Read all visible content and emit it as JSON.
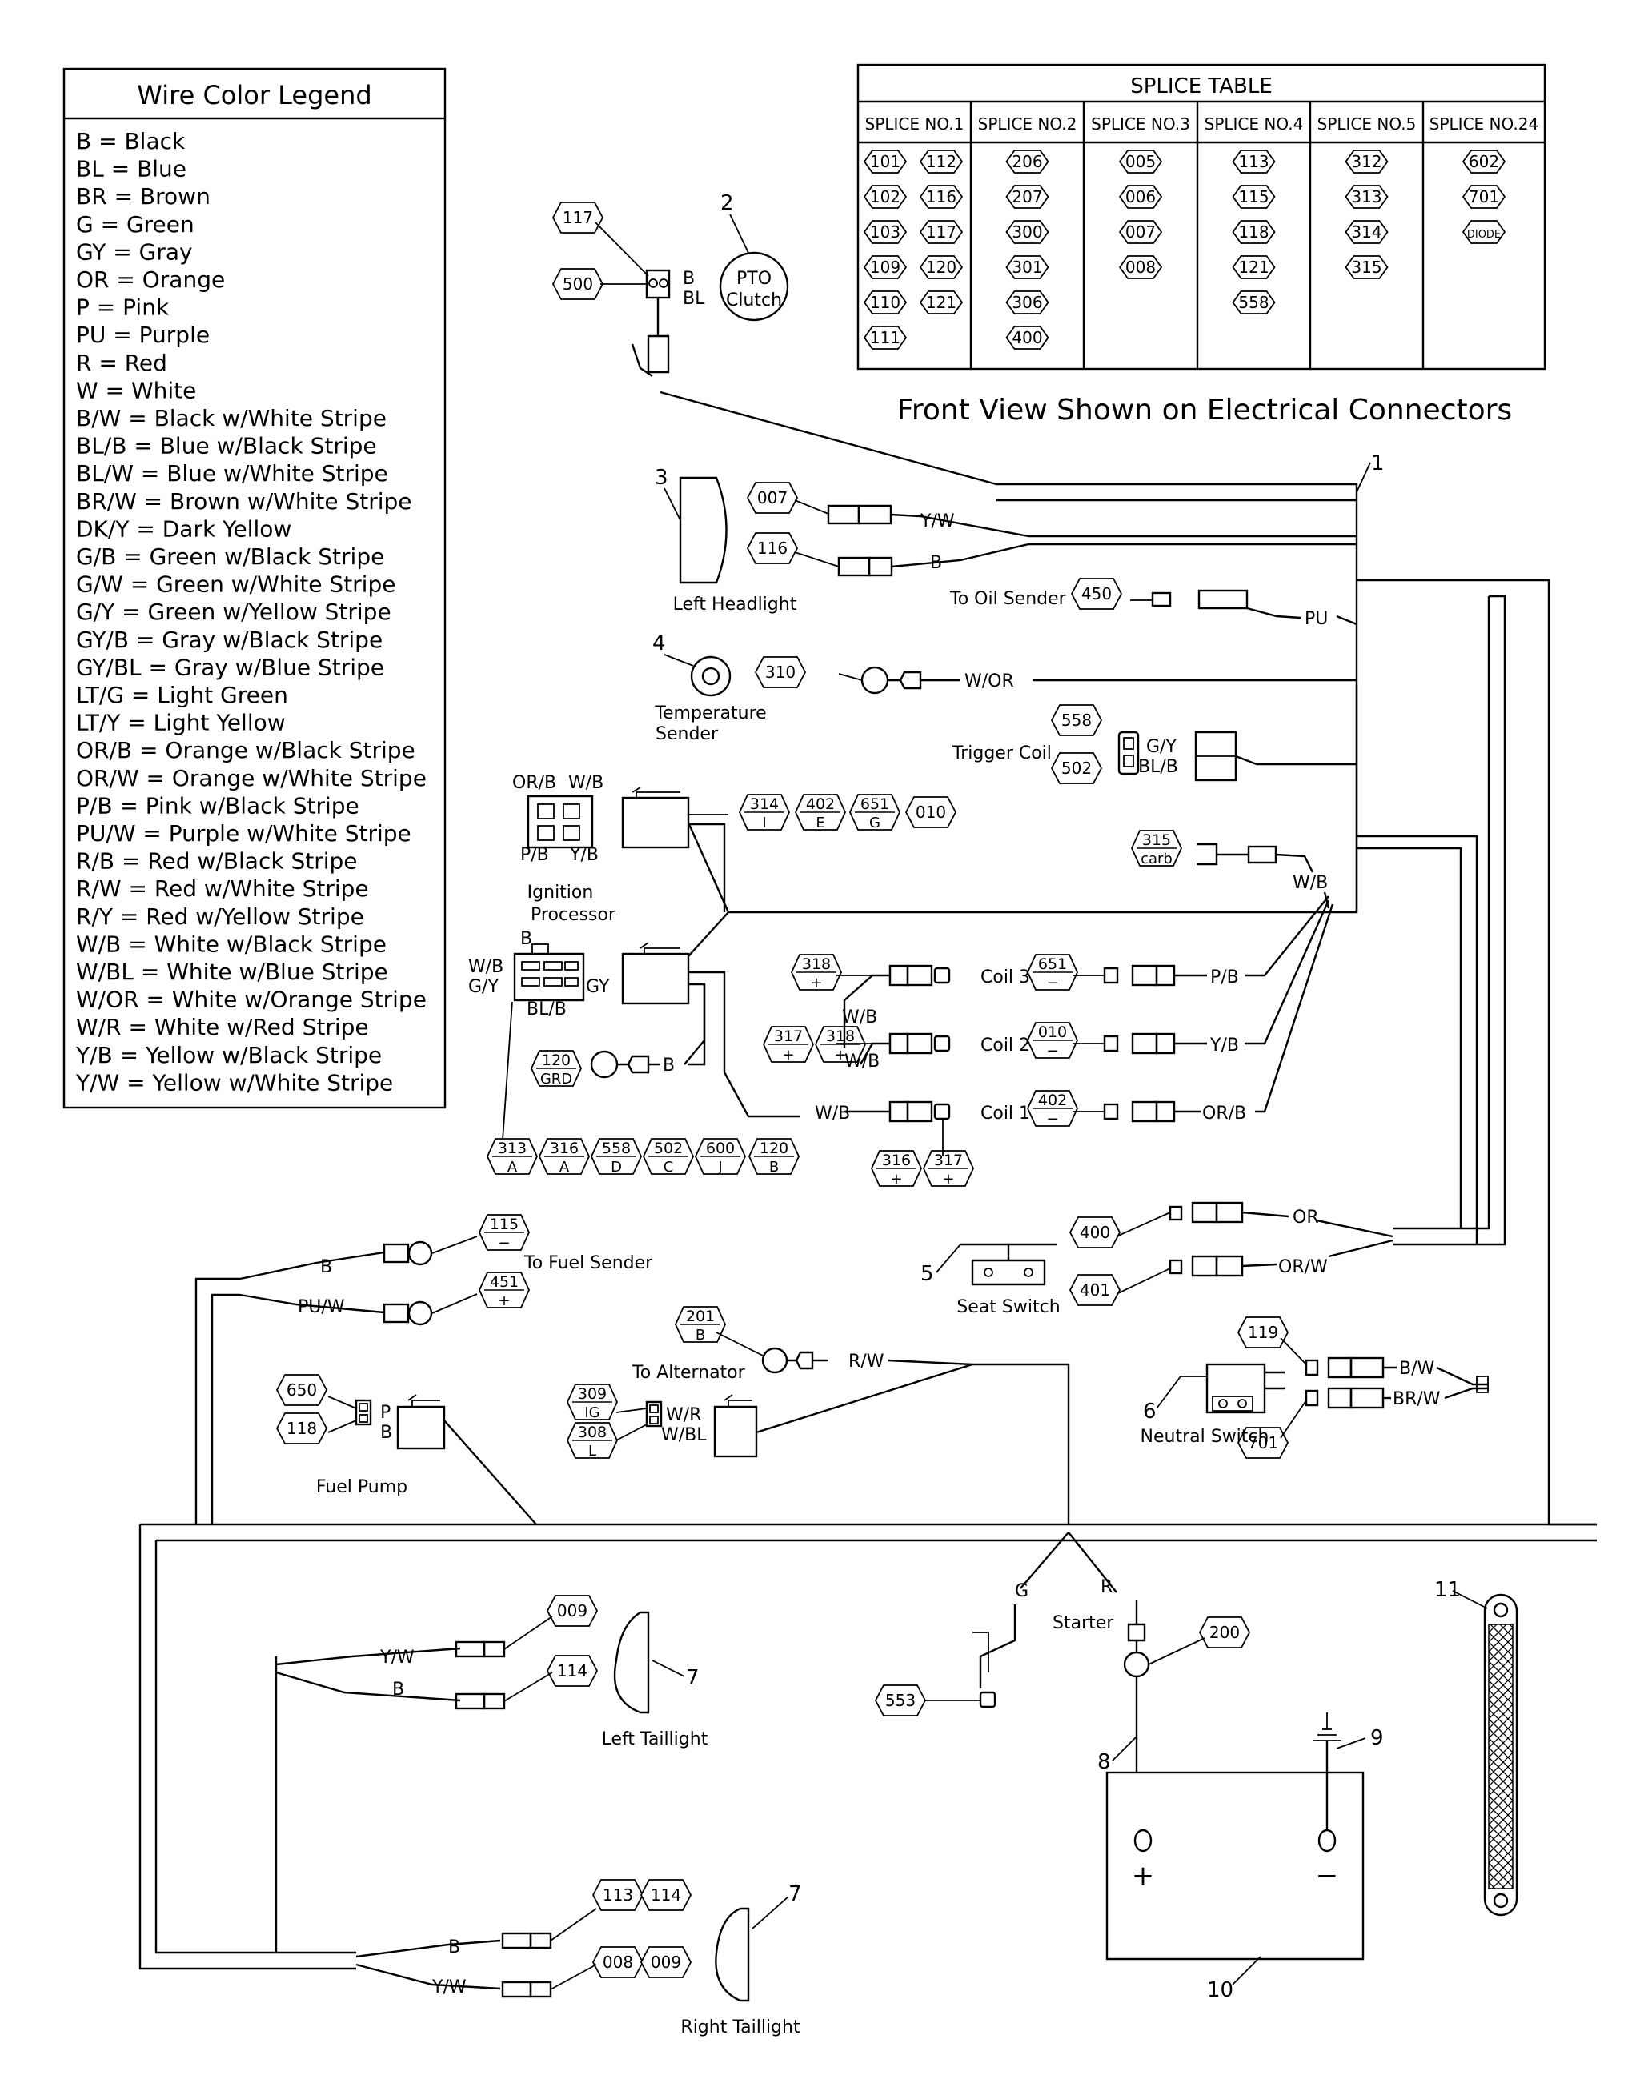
{
  "legend": {
    "title": "Wire Color Legend",
    "items": [
      "B = Black",
      "BL = Blue",
      "BR = Brown",
      "G = Green",
      "GY = Gray",
      "OR = Orange",
      "P = Pink",
      "PU = Purple",
      "R = Red",
      "W = White",
      "B/W = Black w/White Stripe",
      "BL/B = Blue w/Black Stripe",
      "BL/W = Blue w/White Stripe",
      "BR/W = Brown w/White Stripe",
      "DK/Y = Dark Yellow",
      "G/B = Green w/Black Stripe",
      "G/W = Green w/White Stripe",
      "G/Y = Green w/Yellow Stripe",
      "GY/B = Gray w/Black Stripe",
      "GY/BL = Gray w/Blue Stripe",
      "LT/G = Light Green",
      "LT/Y = Light Yellow",
      "OR/B = Orange w/Black Stripe",
      "OR/W = Orange w/White Stripe",
      "P/B = Pink w/Black Stripe",
      "PU/W = Purple w/White Stripe",
      "R/B = Red w/Black Stripe",
      "R/W = Red w/White Stripe",
      "R/Y = Red w/Yellow Stripe",
      "W/B = White w/Black Stripe",
      "W/BL = White w/Blue Stripe",
      "W/OR = White w/Orange Stripe",
      "W/R = White w/Red Stripe",
      "Y/B = Yellow w/Black Stripe",
      "Y/W = Yellow w/White Stripe"
    ]
  },
  "splice_table": {
    "title": "SPLICE TABLE",
    "columns": [
      {
        "header": "SPLICE NO.1",
        "values": [
          "101",
          "112",
          "102",
          "116",
          "103",
          "117",
          "109",
          "120",
          "110",
          "121",
          "111"
        ]
      },
      {
        "header": "SPLICE NO.2",
        "values": [
          "206",
          "207",
          "300",
          "301",
          "306",
          "400"
        ]
      },
      {
        "header": "SPLICE NO.3",
        "values": [
          "005",
          "006",
          "007",
          "008"
        ]
      },
      {
        "header": "SPLICE NO.4",
        "values": [
          "113",
          "115",
          "118",
          "121",
          "558"
        ]
      },
      {
        "header": "SPLICE NO.5",
        "values": [
          "312",
          "313",
          "314",
          "315"
        ]
      },
      {
        "header": "SPLICE NO.24",
        "values": [
          "602",
          "701",
          "DIODE"
        ]
      }
    ]
  },
  "note": "Front View Shown on Electrical Connectors",
  "callouts": [
    "1",
    "2",
    "3",
    "4",
    "5",
    "6",
    "7",
    "7",
    "8",
    "9",
    "10",
    "11"
  ],
  "component_labels": {
    "pto_clutch": [
      "PTO",
      "Clutch"
    ],
    "left_headlight": "Left Headlight",
    "to_oil_sender": "To Oil Sender",
    "temperature_sender": [
      "Temperature",
      "Sender"
    ],
    "trigger_coil": "Trigger Coil",
    "ignition_processor": [
      "Ignition",
      "Processor"
    ],
    "coil3": "Coil 3",
    "coil2": "Coil 2",
    "coil1": "Coil 1",
    "to_fuel_sender": "To Fuel Sender",
    "seat_switch": "Seat Switch",
    "to_alternator": "To Alternator",
    "neutral_switch": "Neutral Switch",
    "fuel_pump": "Fuel Pump",
    "starter": "Starter",
    "left_taillight": "Left Taillight",
    "right_taillight": "Right Taillight",
    "plus": "+",
    "minus": "−"
  },
  "wire_labels": {
    "pto_b": "B",
    "pto_bl": "BL",
    "headlight_yw": "Y/W",
    "headlight_b": "B",
    "oil_pu": "PU",
    "temp_wor": "W/OR",
    "trig_gy": "G/Y",
    "trig_blb": "BL/B",
    "carb_wb": "W/B",
    "ign_orb": "OR/B",
    "ign_wb": "W/B",
    "ign_pb": "P/B",
    "ign_yb": "Y/B",
    "proc_b": "B",
    "proc_wb": "W/B",
    "proc_gy1": "G/Y",
    "proc_gy2": "GY",
    "proc_blb": "BL/B",
    "grd_b": "B",
    "coil3_wb": "W/B",
    "coil2_wb": "W/B",
    "coil1_wb": "W/B",
    "coil3_pb": "P/B",
    "coil2_yb": "Y/B",
    "coil1_orb": "OR/B",
    "fuel_b": "B",
    "fuel_puw": "PU/W",
    "seat_or": "OR",
    "seat_orw": "OR/W",
    "alt_rw": "R/W",
    "alt_wr": "W/R",
    "alt_wbl": "W/BL",
    "neutral_bw": "B/W",
    "neutral_brw": "BR/W",
    "pump_p": "P",
    "pump_b": "B",
    "starter_g": "G",
    "starter_r": "R",
    "lt_yw": "Y/W",
    "lt_b": "B",
    "rt_b": "B",
    "rt_yw": "Y/W"
  },
  "tags": {
    "t117": "117",
    "t500": "500",
    "t007": "007",
    "t116": "116",
    "t450": "450",
    "t310": "310",
    "t558": "558",
    "t502": "502",
    "t314": [
      "314",
      "I"
    ],
    "t402a": [
      "402",
      "E"
    ],
    "t651a": [
      "651",
      "G"
    ],
    "t010a": "010",
    "t315": [
      "315",
      "carb"
    ],
    "t120a": [
      "120",
      "GRD"
    ],
    "t313": [
      "313",
      "A"
    ],
    "t316a": [
      "316",
      "A"
    ],
    "t558b": [
      "558",
      "D"
    ],
    "t502b": [
      "502",
      "C"
    ],
    "t600": [
      "600",
      "J"
    ],
    "t120b": [
      "120",
      "B"
    ],
    "t318a": [
      "318",
      "+"
    ],
    "t317a": [
      "317",
      "+"
    ],
    "t318b": [
      "318",
      "+"
    ],
    "t316b": [
      "316",
      "+"
    ],
    "t317b": [
      "317",
      "+"
    ],
    "t651b": [
      "651",
      "−"
    ],
    "t010b": [
      "010",
      "−"
    ],
    "t402b": [
      "402",
      "−"
    ],
    "t115": [
      "115",
      "−"
    ],
    "t451": [
      "451",
      "+"
    ],
    "t400": "400",
    "t401": "401",
    "t201": [
      "201",
      "B"
    ],
    "t309": [
      "309",
      "IG"
    ],
    "t308": [
      "308",
      "L"
    ],
    "t119": "119",
    "t701": "701",
    "t650": "650",
    "t118": "118",
    "t009a": "009",
    "t114a": "114",
    "t553": "553",
    "t200": "200",
    "t113": "113",
    "t114b": "114",
    "t008": "008",
    "t009b": "009"
  }
}
